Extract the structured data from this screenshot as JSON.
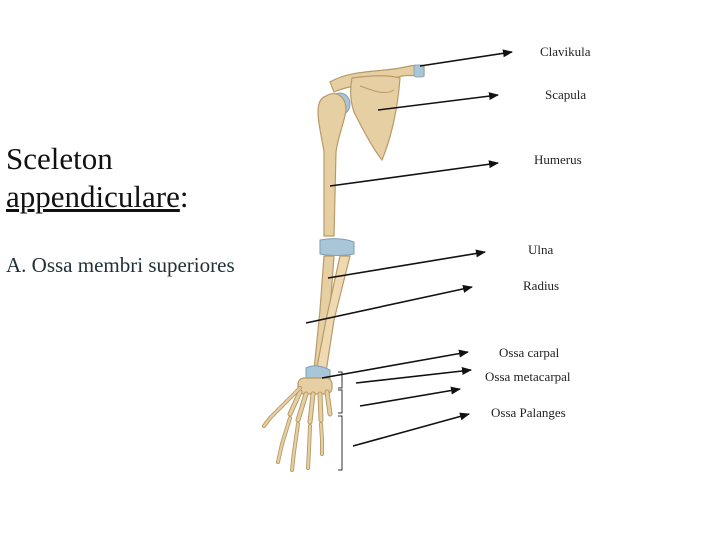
{
  "slide": {
    "title_line1": "Sceleton",
    "title_line2_main": "appendiculare",
    "title_line2_suffix": ":",
    "subtitle": "A. Ossa membri superiores"
  },
  "labels": {
    "clavicula": "Clavikula",
    "scapula": "Scapula",
    "humerus": "Humerus",
    "ulna": "Ulna",
    "radius": "Radius",
    "carpal": "Ossa carpal",
    "metacarpal": "Ossa metacarpal",
    "phalanges": "Ossa Palanges"
  },
  "colors": {
    "bone": "#e6cfa3",
    "bone_shade": "#b99a66",
    "cartilage": "#a8c6d8",
    "arrow": "#111111"
  }
}
